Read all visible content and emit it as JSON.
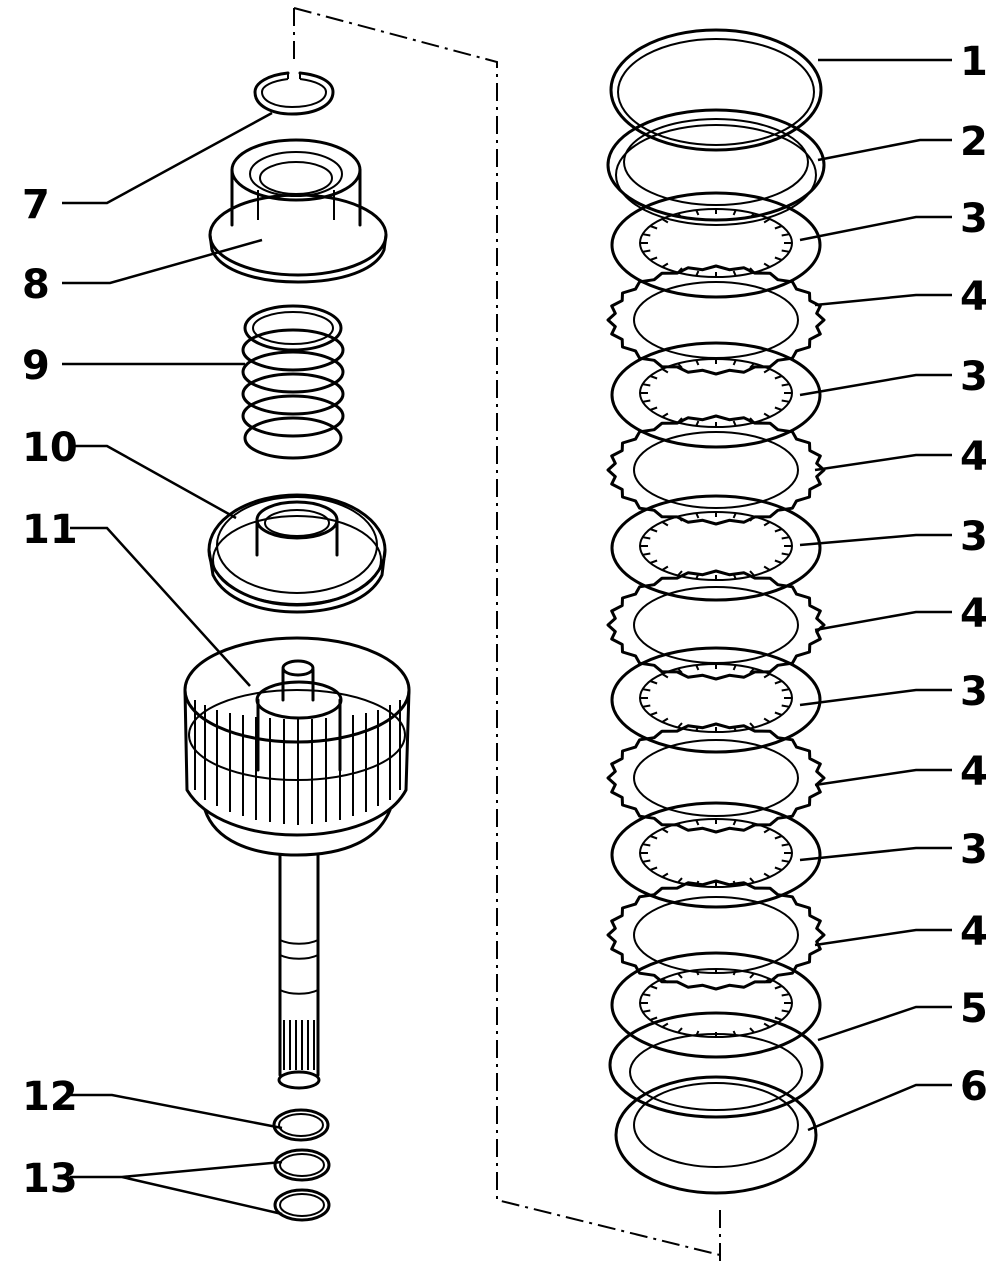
{
  "labels": {
    "n1": "1",
    "n2": "2",
    "n3a": "3",
    "n4a": "4",
    "n3b": "3",
    "n4b": "4",
    "n3c": "3",
    "n4c": "4",
    "n3d": "3",
    "n4d": "4",
    "n3e": "3",
    "n4e": "4",
    "n5": "5",
    "n6": "6",
    "n7": "7",
    "n8": "8",
    "n9": "9",
    "n10": "10",
    "n11": "11",
    "n12": "12",
    "n13": "13"
  },
  "colors": {
    "ink": "#000000",
    "paper": "#ffffff"
  }
}
